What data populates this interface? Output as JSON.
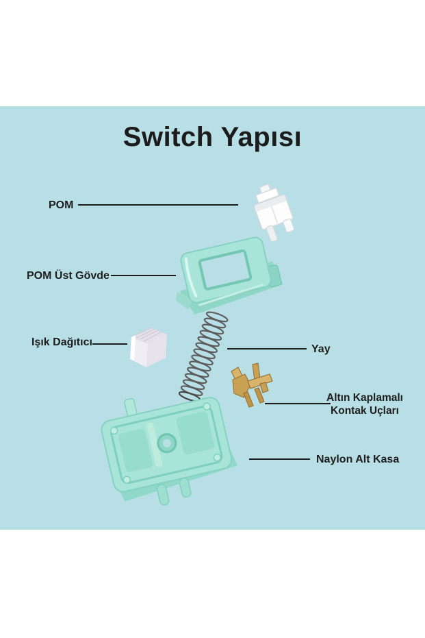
{
  "title": "Switch Yapısı",
  "labels": {
    "stem": "POM",
    "top_housing": "POM Üst Gövde",
    "diffuser": "Işık Dağıtıcı",
    "spring": "Yay",
    "contacts_line1": "Altın Kaplamalı",
    "contacts_line2": "Kontak Uçları",
    "bottom_housing": "Naylon Alt Kasa"
  },
  "colors": {
    "page_background": "#ffffff",
    "panel_background": "#b9dfe6",
    "text": "#1c1c1c",
    "leader_line": "#1c1c1c",
    "housing_mint": "#a8e4d7",
    "housing_mint_dark": "#7fcfbf",
    "housing_mint_light": "#d9f6ef",
    "stem_white": "#ffffff",
    "stem_shadow": "#d8dde2",
    "diffuser_frost": "#f0ebf3",
    "spring_gray": "#5d5d5d",
    "contact_gold": "#c9a155",
    "contact_gold_dark": "#997536"
  }
}
